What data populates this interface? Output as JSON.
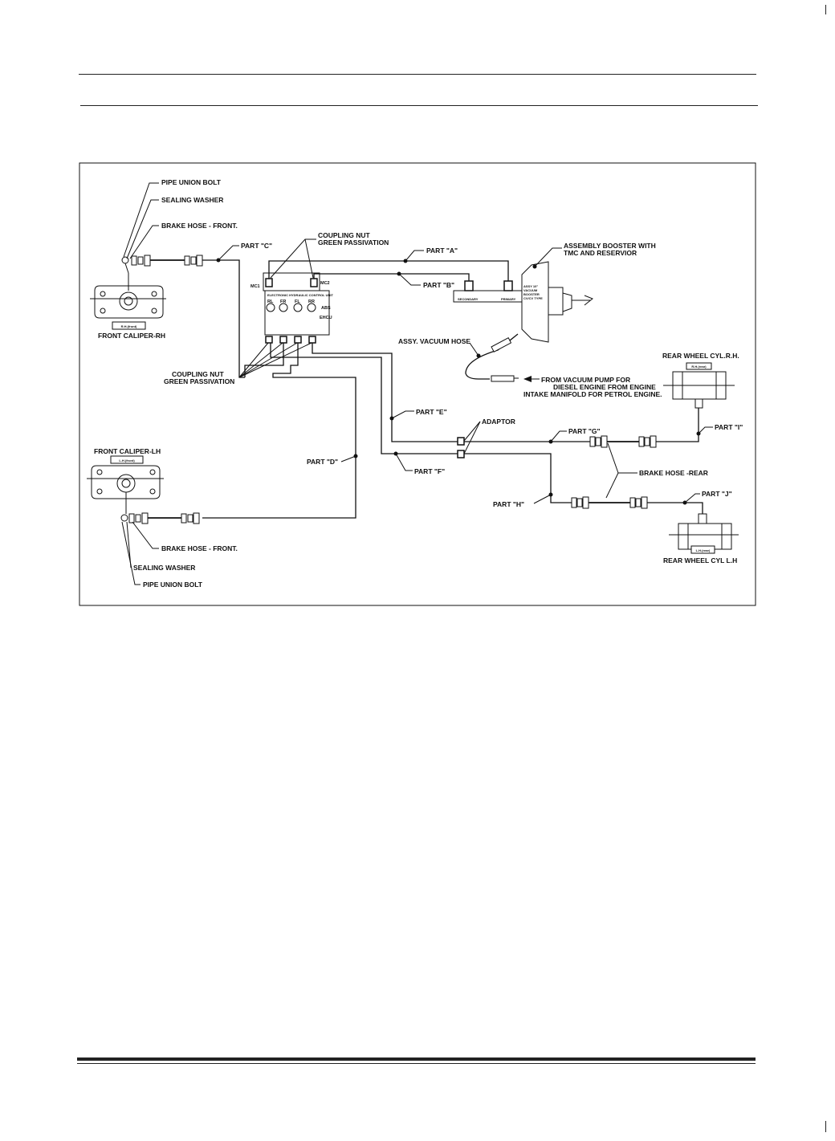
{
  "labels": {
    "pipe_union_bolt_top": "PIPE UNION BOLT",
    "sealing_washer_top": "SEALING WASHER",
    "brake_hose_front_top": "BRAKE HOSE - FRONT.",
    "part_c": "PART \"C\"",
    "coupling_nut_top_1": "COUPLING NUT",
    "coupling_nut_top_2": "GREEN PASSIVATION",
    "part_a": "PART \"A\"",
    "part_b": "PART \"B\"",
    "booster_1": "ASSEMBLY BOOSTER WITH",
    "booster_2": "TMC AND RESERVIOR",
    "mc1": "MC1",
    "mc2": "MC2",
    "abs": "ABS",
    "ehcu": "EHCU",
    "ehcu_small": "ELECTRONIC HYDRAULIC CONTROL UNIT",
    "port_rl": "RL",
    "port_fr": "FR",
    "port_fl": "FL",
    "port_rr": "RR",
    "secondary": "SECONDARY",
    "primary": "PRIMARY",
    "booster_spec_1": "ASSY 10\"",
    "booster_spec_2": "VACUUM",
    "booster_spec_3": "BOOSTER",
    "booster_spec_4": "CV/CV TYPE",
    "rh_front_tag": "R.H.(front)",
    "front_caliper_rh": "FRONT CALIPER-RH",
    "assy_vacuum_hose": "ASSY. VACUUM HOSE",
    "vacuum_pump_1": "FROM VACUUM PUMP FOR",
    "vacuum_pump_2": "DIESEL ENGINE FROM ENGINE",
    "vacuum_pump_3": "INTAKE MANIFOLD FOR PETROL ENGINE.",
    "rear_wheel_cyl_rh": "REAR WHEEL CYL.R.H.",
    "rh_rear_tag": "R.H.(rear)",
    "coupling_nut_bottom_1": "COUPLING NUT",
    "coupling_nut_bottom_2": "GREEN PASSIVATION",
    "part_e": "PART \"E\"",
    "adaptor": "ADAPTOR",
    "part_g": "PART \"G\"",
    "part_i": "PART \"I\"",
    "front_caliper_lh": "FRONT CALIPER-LH",
    "lh_front_tag": "L.H.(front)",
    "part_d": "PART \"D\"",
    "part_f": "PART \"F\"",
    "brake_hose_rear": "BRAKE HOSE -REAR",
    "part_j": "PART \"J\"",
    "part_h": "PART \"H\"",
    "brake_hose_front_bottom": "BRAKE HOSE - FRONT.",
    "sealing_washer_bottom": "SEALING WASHER",
    "pipe_union_bolt_bottom": "PIPE UNION BOLT",
    "lh_rear_tag": "L.H.(rear)",
    "rear_wheel_cyl_lh": "REAR WHEEL CYL L.H"
  }
}
